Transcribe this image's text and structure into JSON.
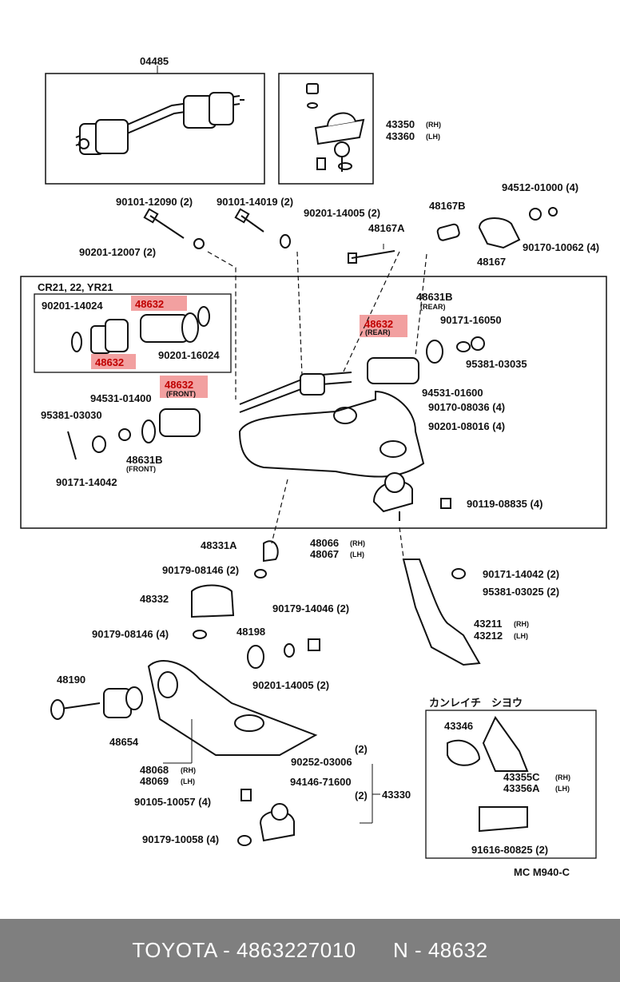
{
  "diagram": {
    "callouts": [
      {
        "id": "p04485",
        "text": "04485"
      },
      {
        "id": "p43350",
        "text": "43350"
      },
      {
        "id": "p43350s",
        "text": "(RH)"
      },
      {
        "id": "p43360",
        "text": "43360"
      },
      {
        "id": "p43360s",
        "text": "(LH)"
      },
      {
        "id": "p9010112090",
        "text": "90101-12090 (2)"
      },
      {
        "id": "p9010114019",
        "text": "90101-14019 (2)"
      },
      {
        "id": "p9020114005a",
        "text": "90201-14005 (2)"
      },
      {
        "id": "p48167B",
        "text": "48167B"
      },
      {
        "id": "p9451201000",
        "text": "94512-01000 (4)"
      },
      {
        "id": "p48167A",
        "text": "48167A"
      },
      {
        "id": "p9020112007",
        "text": "90201-12007 (2)"
      },
      {
        "id": "p9017010062",
        "text": "90170-10062 (4)"
      },
      {
        "id": "p48167",
        "text": "48167"
      },
      {
        "id": "pCR21",
        "text": "CR21, 22, YR21"
      },
      {
        "id": "p9020114024",
        "text": "90201-14024"
      },
      {
        "id": "p48632a",
        "text": "48632",
        "highlight": true
      },
      {
        "id": "p9020116024",
        "text": "90201-16024"
      },
      {
        "id": "p48632b",
        "text": "48632",
        "highlight": true
      },
      {
        "id": "p48631B",
        "text": "48631B"
      },
      {
        "id": "p48631Bs",
        "text": "(REAR)"
      },
      {
        "id": "p48632c",
        "text": "48632",
        "highlight": true
      },
      {
        "id": "p48632cs",
        "text": "(REAR)"
      },
      {
        "id": "p9017116050",
        "text": "90171-16050"
      },
      {
        "id": "p9538103035",
        "text": "95381-03035"
      },
      {
        "id": "p48632d",
        "text": "48632",
        "highlight": true
      },
      {
        "id": "p48632ds",
        "text": "(FRONT)"
      },
      {
        "id": "p9453101400",
        "text": "94531-01400"
      },
      {
        "id": "p9453101600",
        "text": "94531-01600"
      },
      {
        "id": "p9538103030",
        "text": "95381-03030"
      },
      {
        "id": "p9017008036",
        "text": "90170-08036 (4)"
      },
      {
        "id": "p9020108016",
        "text": "90201-08016 (4)"
      },
      {
        "id": "p48631Bf",
        "text": "48631B"
      },
      {
        "id": "p48631Bfs",
        "text": "(FRONT)"
      },
      {
        "id": "p9017114042a",
        "text": "90171-14042"
      },
      {
        "id": "p9011908835",
        "text": "90119-08835 (4)"
      },
      {
        "id": "p48331A",
        "text": "48331A"
      },
      {
        "id": "p48066",
        "text": "48066"
      },
      {
        "id": "p48066s",
        "text": "(RH)"
      },
      {
        "id": "p48067",
        "text": "48067"
      },
      {
        "id": "p48067s",
        "text": "(LH)"
      },
      {
        "id": "p9017908146a",
        "text": "90179-08146 (2)"
      },
      {
        "id": "p9017114042b",
        "text": "90171-14042 (2)"
      },
      {
        "id": "p48332",
        "text": "48332"
      },
      {
        "id": "p9538103025",
        "text": "95381-03025 (2)"
      },
      {
        "id": "p9017914046",
        "text": "90179-14046 (2)"
      },
      {
        "id": "p43211",
        "text": "43211"
      },
      {
        "id": "p43211s",
        "text": "(RH)"
      },
      {
        "id": "p43212",
        "text": "43212"
      },
      {
        "id": "p43212s",
        "text": "(LH)"
      },
      {
        "id": "p9017908146b",
        "text": "90179-08146 (4)"
      },
      {
        "id": "p48198",
        "text": "48198"
      },
      {
        "id": "p9020114005b",
        "text": "90201-14005 (2)"
      },
      {
        "id": "p48190",
        "text": "48190"
      },
      {
        "id": "pKanreichi",
        "text": "カンレイチ　シヨウ"
      },
      {
        "id": "p43346",
        "text": "43346"
      },
      {
        "id": "p48654",
        "text": "48654"
      },
      {
        "id": "p43355C",
        "text": "43355C"
      },
      {
        "id": "p43355Cs",
        "text": "(RH)"
      },
      {
        "id": "p43356A",
        "text": "43356A"
      },
      {
        "id": "p43356As",
        "text": "(LH)"
      },
      {
        "id": "p48068",
        "text": "48068"
      },
      {
        "id": "p48068s",
        "text": "(RH)"
      },
      {
        "id": "p48069",
        "text": "48069"
      },
      {
        "id": "p48069s",
        "text": "(LH)"
      },
      {
        "id": "p2a",
        "text": "(2)"
      },
      {
        "id": "p9025203006",
        "text": "90252-03006"
      },
      {
        "id": "p9414671600",
        "text": "94146-71600"
      },
      {
        "id": "p2b",
        "text": "(2)"
      },
      {
        "id": "p43330",
        "text": "43330"
      },
      {
        "id": "p9010510057",
        "text": "90105-10057 (4)"
      },
      {
        "id": "p9017910058",
        "text": "90179-10058 (4)"
      },
      {
        "id": "p9161680825",
        "text": "91616-80825 (2)"
      },
      {
        "id": "pMC",
        "text": "MC M940-C"
      }
    ]
  },
  "footer": {
    "text": "TOYOTA - 4863227010      N - 48632"
  }
}
